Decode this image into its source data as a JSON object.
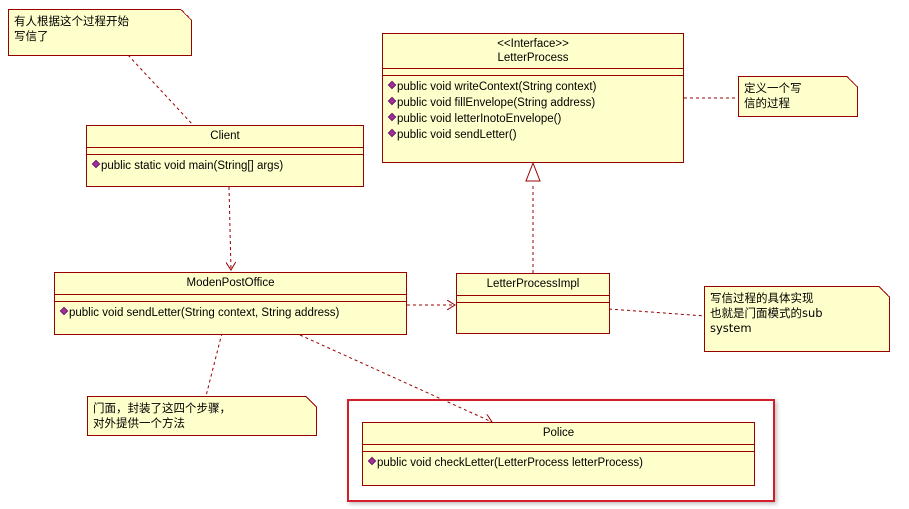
{
  "colors": {
    "class_fill": "#ffffcc",
    "class_border": "#990000",
    "operation_marker": "#a0309a",
    "highlight": "#d21e2a"
  },
  "classes": {
    "client": {
      "name": "Client",
      "operations": [
        "public static void main(String[] args)"
      ]
    },
    "letter_process": {
      "stereotype": "<<Interface>>",
      "name": "LetterProcess",
      "operations": [
        "public void writeContext(String context)",
        "public void fillEnvelope(String address)",
        "public void letterInotoEnvelope()",
        "public void sendLetter()"
      ]
    },
    "moden_post_office": {
      "name": "ModenPostOffice",
      "operations": [
        "public void sendLetter(String context, String address)"
      ]
    },
    "letter_process_impl": {
      "name": "LetterProcessImpl"
    },
    "police": {
      "name": "Police",
      "operations": [
        "public void checkLetter(LetterProcess letterProcess)"
      ]
    }
  },
  "notes": {
    "client_note": [
      "有人根据这个过程开始",
      "写信了"
    ],
    "interface_note": [
      "定义一个写",
      "信的过程"
    ],
    "impl_note": [
      "写信过程的具体实现",
      "也就是门面模式的sub",
      "system"
    ],
    "facade_note": [
      "门面，封装了这四个步骤，",
      "对外提供一个方法"
    ]
  }
}
